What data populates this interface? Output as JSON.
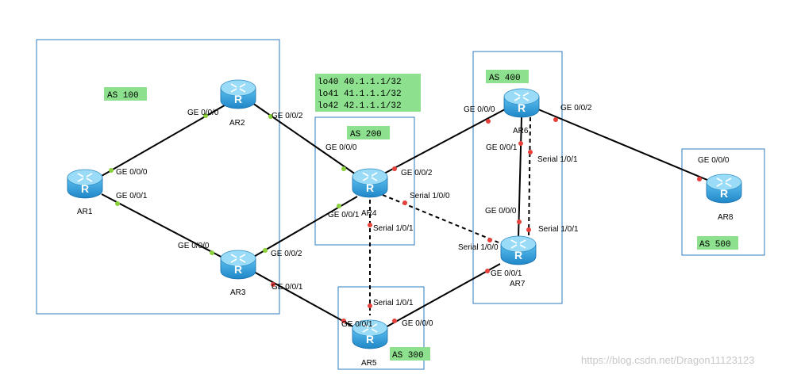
{
  "colors": {
    "as_box_border": "#2b7bbf",
    "as_label_bg": "#8de08d",
    "router_body": "#3fa9e0",
    "router_top": "#8fd8f6",
    "link": "#000000",
    "dot_ge": "#8bd13c",
    "dot_serial": "#e8403a",
    "watermark": "#c8c8c8"
  },
  "as_labels": {
    "as100": "AS 100",
    "as200": "AS 200",
    "as300": "AS 300",
    "as400": "AS 400",
    "as500": "AS 500"
  },
  "loopbacks": [
    "lo40 40.1.1.1/32",
    "lo41 41.1.1.1/32",
    "lo42 42.1.1.1/32"
  ],
  "routers": {
    "ar1": "AR1",
    "ar2": "AR2",
    "ar3": "AR3",
    "ar4": "AR4",
    "ar5": "AR5",
    "ar6": "AR6",
    "ar7": "AR7",
    "ar8": "AR8"
  },
  "router_icon_letter": "R",
  "interfaces": {
    "ar1_ge000": "GE 0/0/0",
    "ar1_ge001": "GE 0/0/1",
    "ar2_ge000": "GE 0/0/0",
    "ar2_ge002": "GE 0/0/2",
    "ar3_ge000": "GE 0/0/0",
    "ar3_ge002": "GE 0/0/2",
    "ar3_ge001": "GE 0/0/1",
    "ar4_ge000": "GE 0/0/0",
    "ar4_ge001": "GE 0/0/1",
    "ar4_ge002": "GE 0/0/2",
    "ar4_s100": "Serial 1/0/0",
    "ar4_s101": "Serial 1/0/1",
    "ar5_s101": "Serial 1/0/1",
    "ar5_ge001": "GE 0/0/1",
    "ar5_ge000": "GE 0/0/0",
    "ar6_ge000": "GE 0/0/0",
    "ar6_ge002": "GE 0/0/2",
    "ar6_ge001": "GE 0/0/1",
    "ar6_s101": "Serial 1/0/1",
    "ar7_ge000": "GE 0/0/0",
    "ar7_s101": "Serial 1/0/1",
    "ar7_s100": "Serial 1/0/0",
    "ar7_ge001": "GE 0/0/1",
    "ar8_ge000": "GE 0/0/0"
  },
  "watermark": "https://blog.csdn.net/Dragon11123123"
}
